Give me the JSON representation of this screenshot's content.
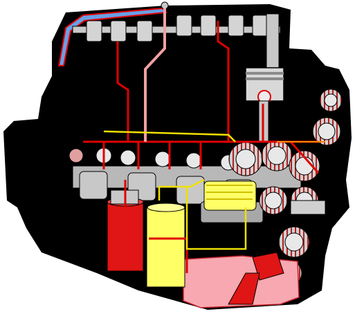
{
  "diagram": {
    "labels": [],
    "colors": {
      "block": "#000000",
      "metal": "#c8c8c8",
      "metal_shade": "#8a8a8a",
      "metal_light": "#ececec",
      "oil_pressure": "#e00000",
      "oil_line_pink": "#f2a0a0",
      "filter_red": "#e01515",
      "filter_yellow": "#ffff66",
      "yellow_line": "#f0e000",
      "sump": "#f7a8b0",
      "sump_edge": "#c0202a",
      "rocker_cover": "#6aa0e6",
      "orange_line": "#ff8800"
    },
    "components": [
      {
        "name": "rocker-cover",
        "color_key": "rocker_cover"
      },
      {
        "name": "valve-train",
        "color_key": "metal"
      },
      {
        "name": "piston",
        "color_key": "metal"
      },
      {
        "name": "crankshaft",
        "color_key": "metal"
      },
      {
        "name": "timing-gears",
        "color_key": "metal"
      },
      {
        "name": "oil-filter-red",
        "color_key": "filter_red"
      },
      {
        "name": "oil-filter-yellow",
        "color_key": "filter_yellow"
      },
      {
        "name": "oil-cooler",
        "color_key": "filter_yellow"
      },
      {
        "name": "oil-pump",
        "color_key": "filter_red"
      },
      {
        "name": "oil-sump",
        "color_key": "sump"
      }
    ]
  }
}
